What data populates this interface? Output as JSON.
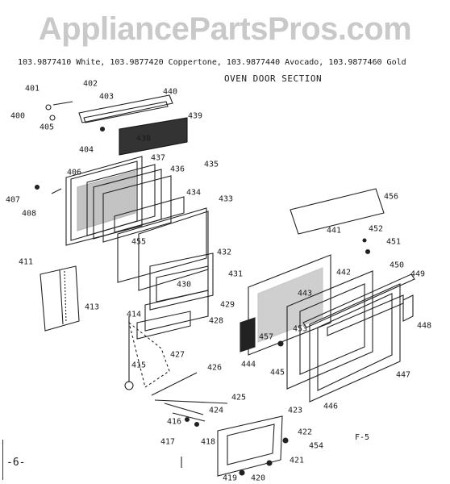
{
  "watermark": "AppliancePartsPros.com",
  "header": {
    "models": "103.9877410 White, 103.9877420 Coppertone, 103.9877440 Avocado, 103.9877460 Gold",
    "section_title": "OVEN DOOR SECTION"
  },
  "footer": {
    "figure_label": "F-5",
    "page_label": "-6-"
  },
  "callouts": {
    "c400": "400",
    "c401": "401",
    "c402": "402",
    "c403": "403",
    "c404": "404",
    "c405": "405",
    "c406": "406",
    "c407": "407",
    "c408": "408",
    "c411": "411",
    "c413": "413",
    "c414": "414",
    "c415": "415",
    "c416": "416",
    "c417": "417",
    "c418": "418",
    "c419": "419",
    "c420": "420",
    "c421": "421",
    "c422": "422",
    "c423": "423",
    "c424": "424",
    "c425": "425",
    "c426": "426",
    "c427": "427",
    "c428": "428",
    "c429": "429",
    "c430": "430",
    "c431": "431",
    "c432": "432",
    "c433": "433",
    "c434": "434",
    "c435": "435",
    "c436": "436",
    "c437": "437",
    "c438": "438",
    "c439": "439",
    "c440": "440",
    "c441": "441",
    "c442": "442",
    "c443": "443",
    "c444": "444",
    "c445": "445",
    "c446": "446",
    "c447": "447",
    "c448": "448",
    "c449": "449",
    "c450": "450",
    "c451": "451",
    "c452": "452",
    "c453": "453",
    "c454": "454",
    "c455": "455",
    "c456": "456",
    "c457": "457"
  }
}
